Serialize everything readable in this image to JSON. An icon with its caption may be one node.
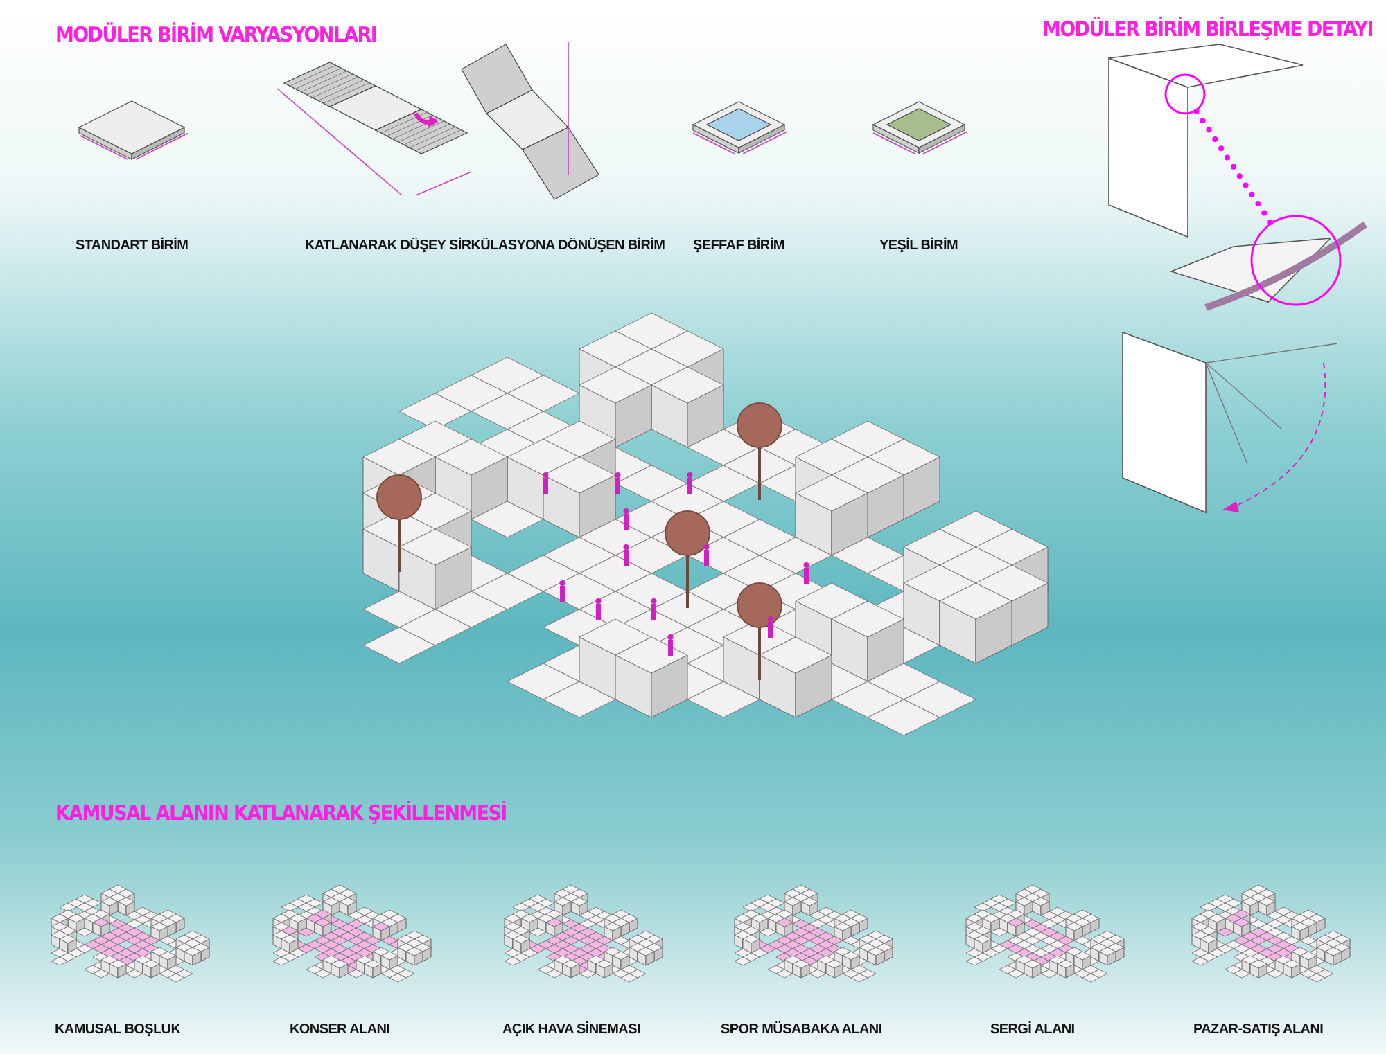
{
  "diagram": {
    "nodes": [
      {
        "text": [],
        "shape": "circle"
      },
      {
        "text": [],
        "shape": "circle"
      }
    ],
    "edges": [
      {
        "from": 0,
        "to": 1,
        "arrow": "none",
        "style": "dashed",
        "color": "#ff00ff"
      }
    ],
    "labels": [
      "MODÜLER BİRİM VARYASYONLARI",
      "MODÜLER BİRİM BİRLEŞME DETAYI",
      "STANDART BİRİM",
      "KATLANARAK DÜŞEY SİRKÜLASYONA DÖNÜŞEN BİRİM",
      "ŞEFFAF BİRİM",
      "YEŞİL BİRİM",
      "KAMUSAL ALANIN KATLANARAK ŞEKİLLENMESİ",
      "KAMUSAL BOŞLUK",
      "KONSER ALANI",
      "AÇIK HAVA SİNEMASI",
      "SPOR MÜSABAKA ALANI",
      "SERGİ ALANI",
      "PAZAR-SATIŞ ALANI"
    ]
  }
}
